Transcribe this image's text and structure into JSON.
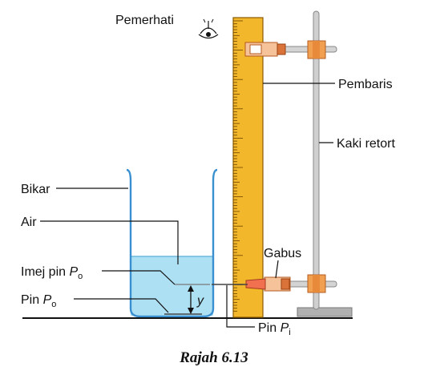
{
  "labels": {
    "observer": "Pemerhati",
    "ruler": "Pembaris",
    "retort_stand": "Kaki retort",
    "beaker": "Bikar",
    "water": "Air",
    "image_pin": "Imej pin",
    "image_pin_var": "P",
    "image_pin_sub": "o",
    "pin": "Pin",
    "pin_var": "P",
    "pin_sub": "o",
    "cork": "Gabus",
    "pin_i": "Pin",
    "pin_i_var": "P",
    "pin_i_sub": "i",
    "depth_var": "y"
  },
  "caption": "Rajah 6.13",
  "colors": {
    "ruler": "#f2b72a",
    "ruler_edge": "#8a5a00",
    "water": "#aee0f3",
    "beaker": "#3a8fd0",
    "clamp": "#e25a3a",
    "stand": "#b8b8b8",
    "cork": "#f07050"
  }
}
